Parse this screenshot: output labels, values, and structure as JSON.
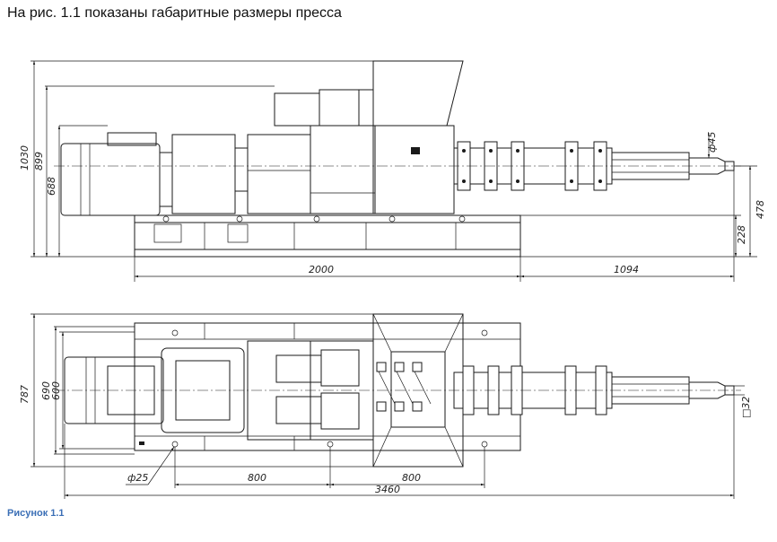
{
  "title": "На рис. 1.1 показаны габаритные размеры пресса",
  "caption": "Рисунок 1.1",
  "side_view": {
    "dims": {
      "h1030": "1030",
      "h899": "899",
      "h688": "688",
      "h478": "478",
      "h228": "228",
      "len2000": "2000",
      "len1094": "1094",
      "dia45": "ф45"
    }
  },
  "top_view": {
    "dims": {
      "w787": "787",
      "w690": "690",
      "w600": "600",
      "d25": "ф25",
      "s800a": "800",
      "s800b": "800",
      "len3460": "3460",
      "sq32": "□32"
    }
  }
}
